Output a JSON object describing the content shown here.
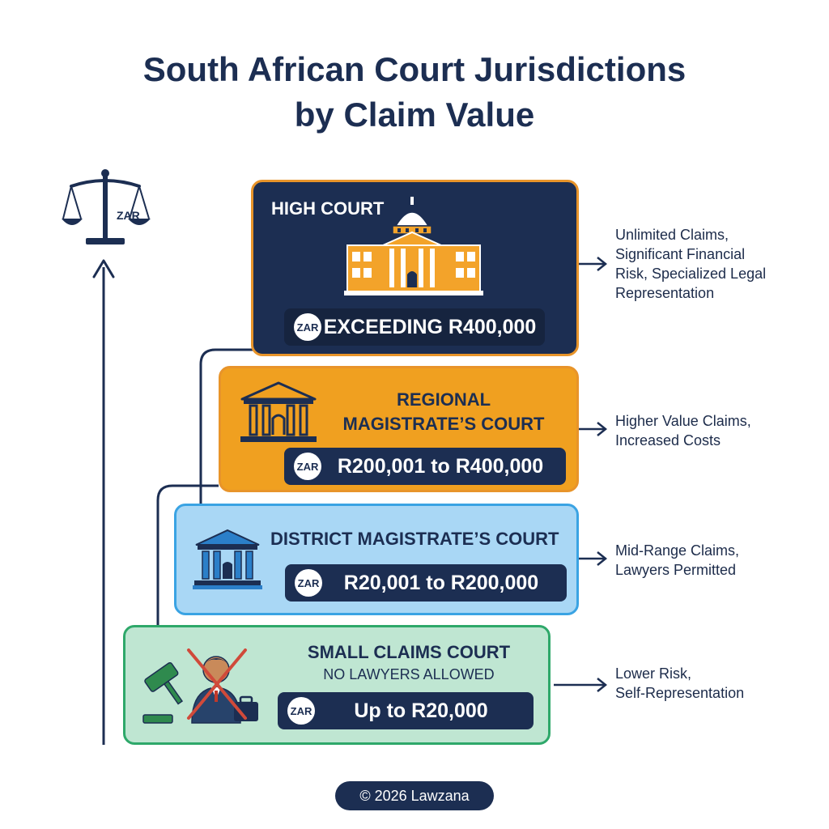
{
  "title": {
    "line1": "South African Court Jurisdictions",
    "line2": "by Claim Value"
  },
  "scale_icon": {
    "icon": "scales-of-justice-icon",
    "label": "ZAR"
  },
  "courts": [
    {
      "name": "HIGH COURT",
      "amount": "EXCEEDING R400,000",
      "badge": "ZAR",
      "icon": "domed-capitol-building-icon",
      "color": "#1c2e52",
      "border": "#e8942a",
      "description": [
        "Unlimited Claims,",
        "Significant Financial",
        "Risk, Specialized Legal",
        "Representation"
      ]
    },
    {
      "name_line1": "REGIONAL",
      "name_line2": "MAGISTRATE’S COURT",
      "amount": "R200,001 to R400,000",
      "badge": "ZAR",
      "icon": "courthouse-columns-icon",
      "color": "#f0a020",
      "description": [
        "Higher Value Claims,",
        "Increased Costs"
      ]
    },
    {
      "name": "DISTRICT MAGISTRATE’S COURT",
      "amount": "R20,001 to R200,000",
      "badge": "ZAR",
      "icon": "bank-building-icon",
      "color": "#a9d7f5",
      "border": "#3aa3e3",
      "description": [
        "Mid-Range Claims,",
        "Lawyers Permitted"
      ]
    },
    {
      "name": "SMALL CLAIMS COURT",
      "subtitle": "NO LAWYERS ALLOWED",
      "amount": "Up to R20,000",
      "badge": "ZAR",
      "icon": "gavel-and-crossed-out-lawyer-icon",
      "color": "#bfe6d2",
      "border": "#2ea86a",
      "description": [
        "Lower Risk,",
        "Self-Representation"
      ]
    }
  ],
  "footer": "© 2026 Lawzana"
}
